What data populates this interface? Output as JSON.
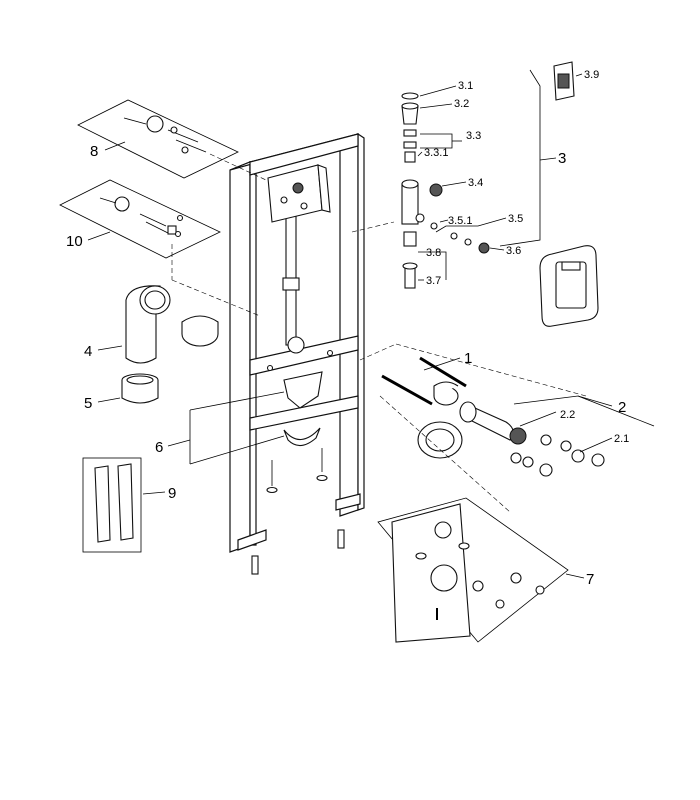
{
  "labels": {
    "l1": "1",
    "l2": "2",
    "l2_1": "2.1",
    "l2_2": "2.2",
    "l3": "3",
    "l3_1": "3.1",
    "l3_2": "3.2",
    "l3_3": "3.3",
    "l3_3_1": "3.3.1",
    "l3_4": "3.4",
    "l3_5": "3.5",
    "l3_5_1": "3.5.1",
    "l3_6": "3.6",
    "l3_7": "3.7",
    "l3_8": "3.8",
    "l3_9": "3.9",
    "l4": "4",
    "l5": "5",
    "l6": "6",
    "l7": "7",
    "l8": "8",
    "l9": "9",
    "l10": "10"
  }
}
